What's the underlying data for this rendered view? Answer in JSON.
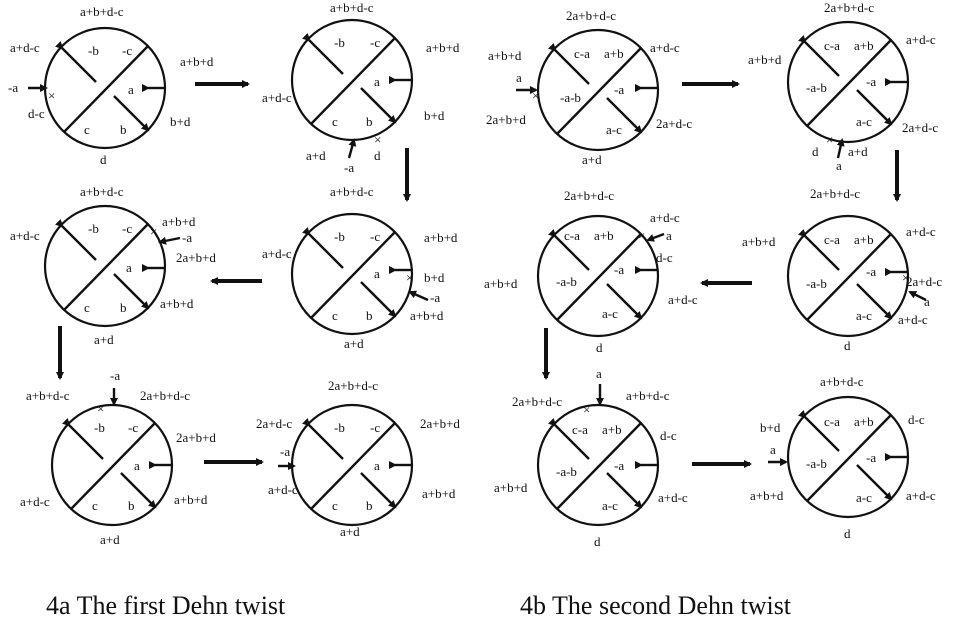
{
  "captions": {
    "left": "4a The first Dehn twist",
    "right": "4b The second Dehn twist"
  },
  "panels": [
    {
      "id": "4a-1",
      "labels": [
        "a+b+d-c",
        "a+d-c",
        "a+b+d",
        "-a",
        "d-c",
        "b+d",
        "d",
        "-b",
        "-c",
        "a",
        "c",
        "b"
      ]
    },
    {
      "id": "4a-2",
      "labels": [
        "a+b+d-c",
        "a+b+d",
        "a+d-c",
        "b+d",
        "a+d",
        "d",
        "-a",
        "-b",
        "-c",
        "a",
        "c",
        "b"
      ]
    },
    {
      "id": "4a-3",
      "labels": [
        "a+b+d-c",
        "a+b+d",
        "a+d-c",
        "b+d",
        "-a",
        "a+b+d",
        "a+d",
        "-b",
        "-c",
        "a",
        "c",
        "b"
      ]
    },
    {
      "id": "4a-4",
      "labels": [
        "a+b+d-c",
        "a+d-c",
        "a+b+d",
        "-a",
        "2a+b+d",
        "a+b+d",
        "a+d",
        "-b",
        "-c",
        "a",
        "c",
        "b"
      ]
    },
    {
      "id": "4a-5",
      "labels": [
        "-a",
        "a+b+d-c",
        "2a+b+d-c",
        "2a+b+d",
        "a+d-c",
        "a+b+d",
        "a+d",
        "-b",
        "-c",
        "a",
        "c",
        "b"
      ]
    },
    {
      "id": "4a-6",
      "labels": [
        "2a+b+d-c",
        "2a+d-c",
        "2a+b+d",
        "-a",
        "a+d-c",
        "a+b+d",
        "a+d",
        "-b",
        "-c",
        "a",
        "c",
        "b"
      ]
    },
    {
      "id": "4b-1",
      "labels": [
        "2a+b+d-c",
        "a+b+d",
        "a+d-c",
        "a",
        "2a+b+d",
        "2a+d-c",
        "a+d",
        "c-a",
        "a+b",
        "-a-b",
        "-a",
        "a-c"
      ]
    },
    {
      "id": "4b-2",
      "labels": [
        "2a+b+d-c",
        "a+b+d",
        "a+d-c",
        "2a+d-c",
        "a+d",
        "d",
        "a",
        "c-a",
        "a+b",
        "-a-b",
        "-a",
        "a-c"
      ]
    },
    {
      "id": "4b-3",
      "labels": [
        "2a+b+d-c",
        "a+b+d",
        "a+d-c",
        "2a+d-c",
        "a",
        "a+d-c",
        "d",
        "c-a",
        "a+b",
        "-a-b",
        "-a",
        "a-c"
      ]
    },
    {
      "id": "4b-4",
      "labels": [
        "2a+b+d-c",
        "a+d-c",
        "a",
        "d-c",
        "a+b+d",
        "a+d-c",
        "d",
        "c-a",
        "a+b",
        "-a-b",
        "-a",
        "a-c"
      ]
    },
    {
      "id": "4b-5",
      "labels": [
        "a",
        "2a+b+d-c",
        "a+b+d-c",
        "d-c",
        "a+b+d",
        "a+d-c",
        "d",
        "c-a",
        "a+b",
        "-a-b",
        "-a",
        "a-c"
      ]
    },
    {
      "id": "4b-6",
      "labels": [
        "a+b+d-c",
        "d-c",
        "b+d",
        "a",
        "a+b+d",
        "a+d-c",
        "d",
        "c-a",
        "a+b",
        "-a-b",
        "-a",
        "a-c"
      ]
    }
  ]
}
